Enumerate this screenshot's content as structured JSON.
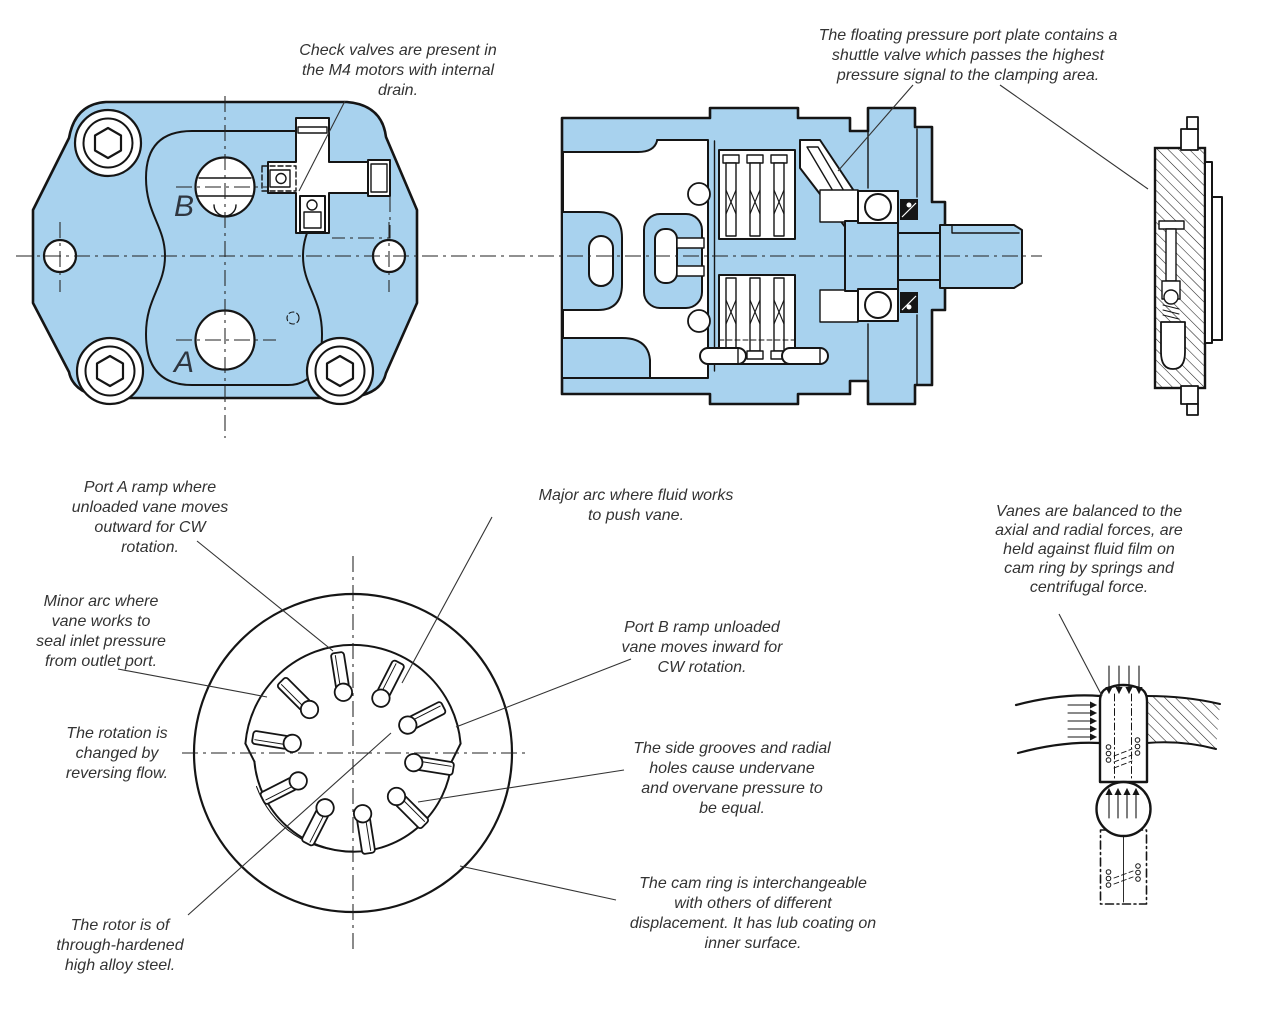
{
  "colors": {
    "body_fill": "#A8D2EE",
    "line": "#151515",
    "text": "#333333"
  },
  "labels": {
    "port_b": "B",
    "port_a": "A"
  },
  "annotations": {
    "check_valves": {
      "lines": [
        "Check valves are present in",
        "the M4 motors with internal",
        "drain."
      ]
    },
    "floating_plate": {
      "lines": [
        "The floating pressure port plate contains a",
        "shuttle valve which passes the highest",
        "pressure signal to the clamping area."
      ]
    },
    "port_a_ramp": {
      "lines": [
        "Port A ramp where",
        "unloaded vane moves",
        "outward for CW",
        "rotation."
      ]
    },
    "major_arc": {
      "lines": [
        "Major arc where fluid works",
        "to push vane."
      ]
    },
    "minor_arc": {
      "lines": [
        "Minor arc where",
        "vane works to",
        "seal inlet pressure",
        "from outlet port."
      ]
    },
    "port_b_ramp": {
      "lines": [
        "Port B ramp unloaded",
        "vane moves inward for",
        "CW rotation."
      ]
    },
    "rotation": {
      "lines": [
        "The rotation is",
        "changed by",
        "reversing flow."
      ]
    },
    "side_grooves": {
      "lines": [
        "The side grooves and radial",
        "holes cause undervane",
        "and overvane pressure to",
        "be equal."
      ]
    },
    "rotor": {
      "lines": [
        "The rotor is of",
        "through-hardened",
        "high alloy steel."
      ]
    },
    "cam_ring": {
      "lines": [
        "The cam ring is interchangeable",
        "with others of different",
        "displacement. It has lub coating on",
        "inner surface."
      ]
    },
    "vanes_balanced": {
      "lines": [
        "Vanes are balanced to the",
        "axial and radial forces, are",
        "held against fluid film on",
        "cam ring by springs and",
        "centrifugal force."
      ]
    }
  }
}
